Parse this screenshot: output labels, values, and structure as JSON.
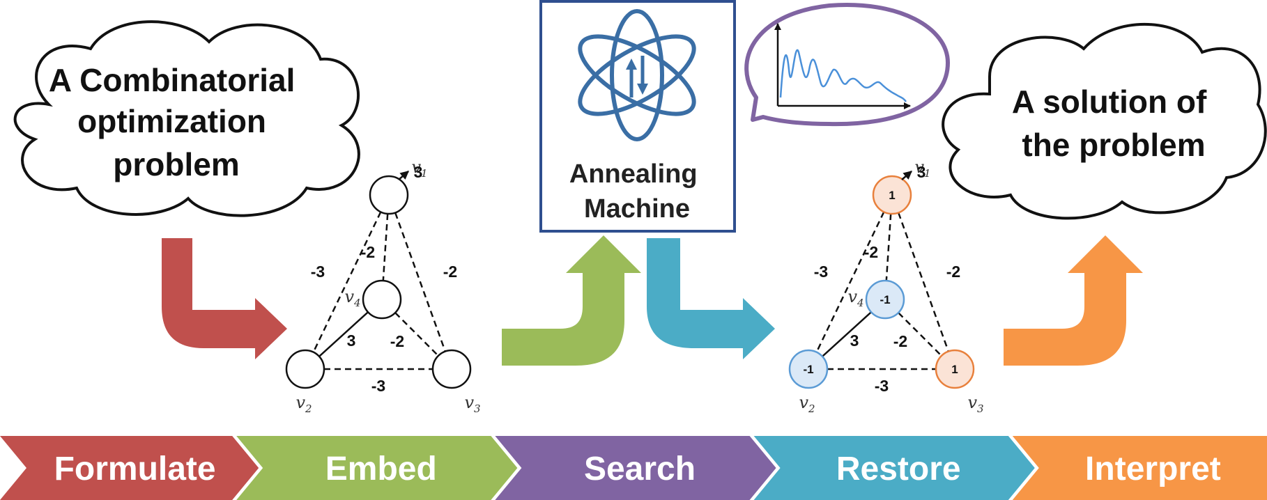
{
  "problem_cloud": {
    "lines": [
      "A Combinatorial",
      "optimization",
      "problem"
    ]
  },
  "solution_cloud": {
    "lines": [
      "A solution of",
      "the problem"
    ]
  },
  "machine": {
    "lines": [
      "Annealing",
      "Machine"
    ]
  },
  "graph_embed": {
    "nodes": [
      {
        "name": "v",
        "sub": "1",
        "bias": "3",
        "spin": ""
      },
      {
        "name": "v",
        "sub": "2",
        "spin": ""
      },
      {
        "name": "v",
        "sub": "3",
        "spin": ""
      },
      {
        "name": "v",
        "sub": "4",
        "spin": ""
      }
    ],
    "edges": [
      {
        "from": "v1",
        "to": "v2",
        "weight": "-3",
        "style": "dashed"
      },
      {
        "from": "v1",
        "to": "v4",
        "weight": "-2",
        "style": "dashed"
      },
      {
        "from": "v1",
        "to": "v3",
        "weight": "-2",
        "style": "dashed"
      },
      {
        "from": "v2",
        "to": "v4",
        "weight": "3",
        "style": "solid"
      },
      {
        "from": "v4",
        "to": "v3",
        "weight": "-2",
        "style": "dashed"
      },
      {
        "from": "v2",
        "to": "v3",
        "weight": "-3",
        "style": "dashed"
      }
    ]
  },
  "graph_restore": {
    "nodes": [
      {
        "name": "v",
        "sub": "1",
        "bias": "3",
        "spin": "1"
      },
      {
        "name": "v",
        "sub": "2",
        "spin": "-1"
      },
      {
        "name": "v",
        "sub": "3",
        "spin": "1"
      },
      {
        "name": "v",
        "sub": "4",
        "spin": "-1"
      }
    ],
    "edges": [
      {
        "from": "v1",
        "to": "v2",
        "weight": "-3",
        "style": "dashed"
      },
      {
        "from": "v1",
        "to": "v4",
        "weight": "-2",
        "style": "dashed"
      },
      {
        "from": "v1",
        "to": "v3",
        "weight": "-2",
        "style": "dashed"
      },
      {
        "from": "v2",
        "to": "v4",
        "weight": "3",
        "style": "solid"
      },
      {
        "from": "v4",
        "to": "v3",
        "weight": "-2",
        "style": "dashed"
      },
      {
        "from": "v2",
        "to": "v3",
        "weight": "-3",
        "style": "dashed"
      }
    ]
  },
  "stages": [
    {
      "label": "Formulate",
      "color": "#c0504d"
    },
    {
      "label": "Embed",
      "color": "#9bbb59"
    },
    {
      "label": "Search",
      "color": "#8064a2"
    },
    {
      "label": "Restore",
      "color": "#4bacc6"
    },
    {
      "label": "Interpret",
      "color": "#f79646"
    }
  ],
  "colors": {
    "machine_border": "#2f4f8f",
    "atom": "#3a6ea5",
    "speech_bubble": "#8064a2",
    "energy_curve": "#4a90d9",
    "spin_up_fill": "#fbe3d6",
    "spin_up_stroke": "#e8803c",
    "spin_down_fill": "#dbe9f7",
    "spin_down_stroke": "#5b9bd5"
  }
}
